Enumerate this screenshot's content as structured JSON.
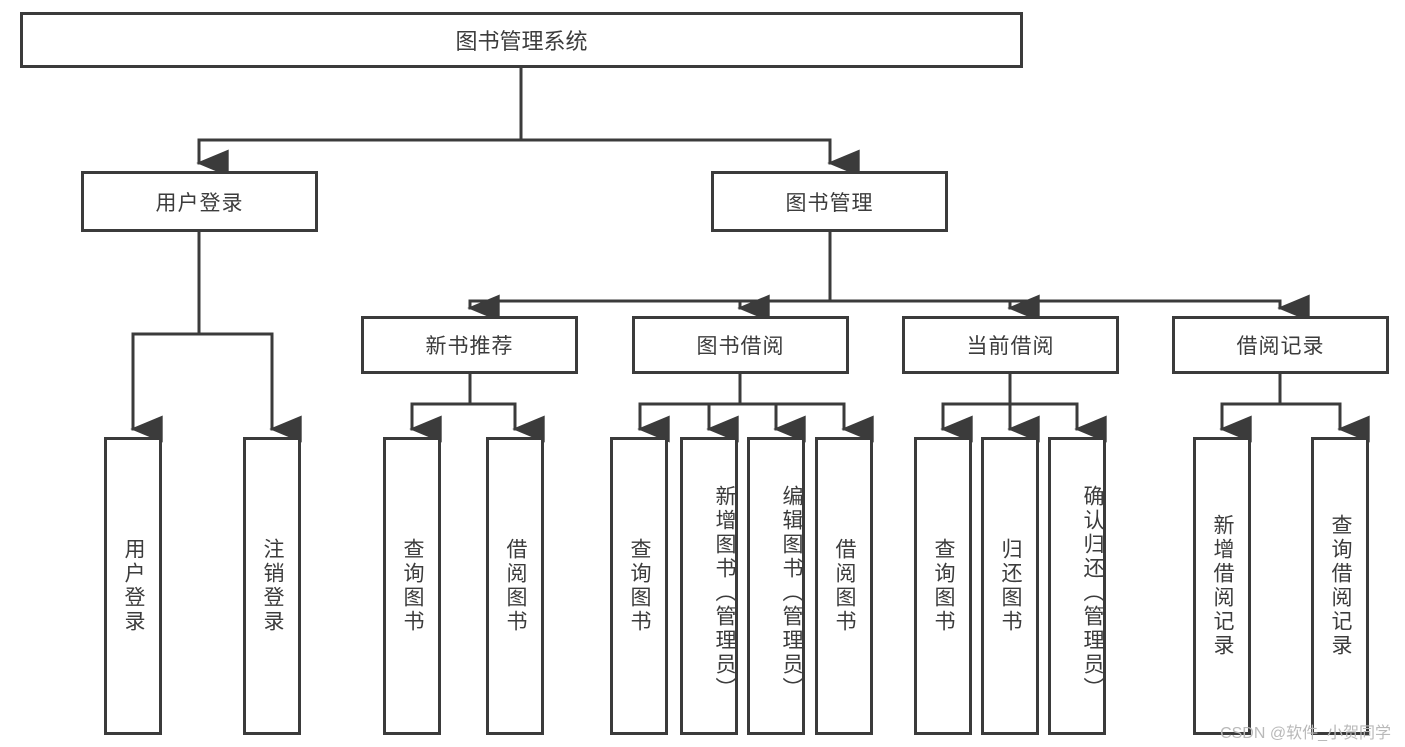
{
  "diagram": {
    "type": "tree-hierarchy",
    "title": "图书管理系统",
    "root": {
      "id": "root",
      "label": "图书管理系统"
    },
    "level2": [
      {
        "id": "user-login",
        "label": "用户登录"
      },
      {
        "id": "book-manage",
        "label": "图书管理"
      }
    ],
    "level3": [
      {
        "id": "new-book-rec",
        "label": "新书推荐",
        "parent": "book-manage"
      },
      {
        "id": "book-borrow",
        "label": "图书借阅",
        "parent": "book-manage"
      },
      {
        "id": "current-borrow",
        "label": "当前借阅",
        "parent": "book-manage"
      },
      {
        "id": "borrow-record",
        "label": "借阅记录",
        "parent": "book-manage"
      }
    ],
    "leaves": {
      "user_login": [
        {
          "id": "leaf-user-login",
          "label": "用户登录"
        },
        {
          "id": "leaf-logout",
          "label": "注销登录"
        }
      ],
      "new_book_rec": [
        {
          "id": "leaf-query-book-1",
          "label": "查询图书"
        },
        {
          "id": "leaf-borrow-book-1",
          "label": "借阅图书"
        }
      ],
      "book_borrow": [
        {
          "id": "leaf-query-book-2",
          "label": "查询图书"
        },
        {
          "id": "leaf-add-book",
          "label": "新增图书（管理员）"
        },
        {
          "id": "leaf-edit-book",
          "label": "编辑图书（管理员）"
        },
        {
          "id": "leaf-borrow-book-2",
          "label": "借阅图书"
        }
      ],
      "current_borrow": [
        {
          "id": "leaf-query-book-3",
          "label": "查询图书"
        },
        {
          "id": "leaf-return-book",
          "label": "归还图书"
        },
        {
          "id": "leaf-confirm-return",
          "label": "确认归还（管理员）"
        }
      ],
      "borrow_record": [
        {
          "id": "leaf-add-record",
          "label": "新增借阅记录"
        },
        {
          "id": "leaf-query-record",
          "label": "查询借阅记录"
        }
      ]
    },
    "colors": {
      "border": "#3b3b3b",
      "text": "#3c3c3c",
      "background": "#ffffff",
      "watermark": "#b9b9b9"
    }
  },
  "watermark": {
    "text": "CSDN @软件_小贺同学"
  }
}
